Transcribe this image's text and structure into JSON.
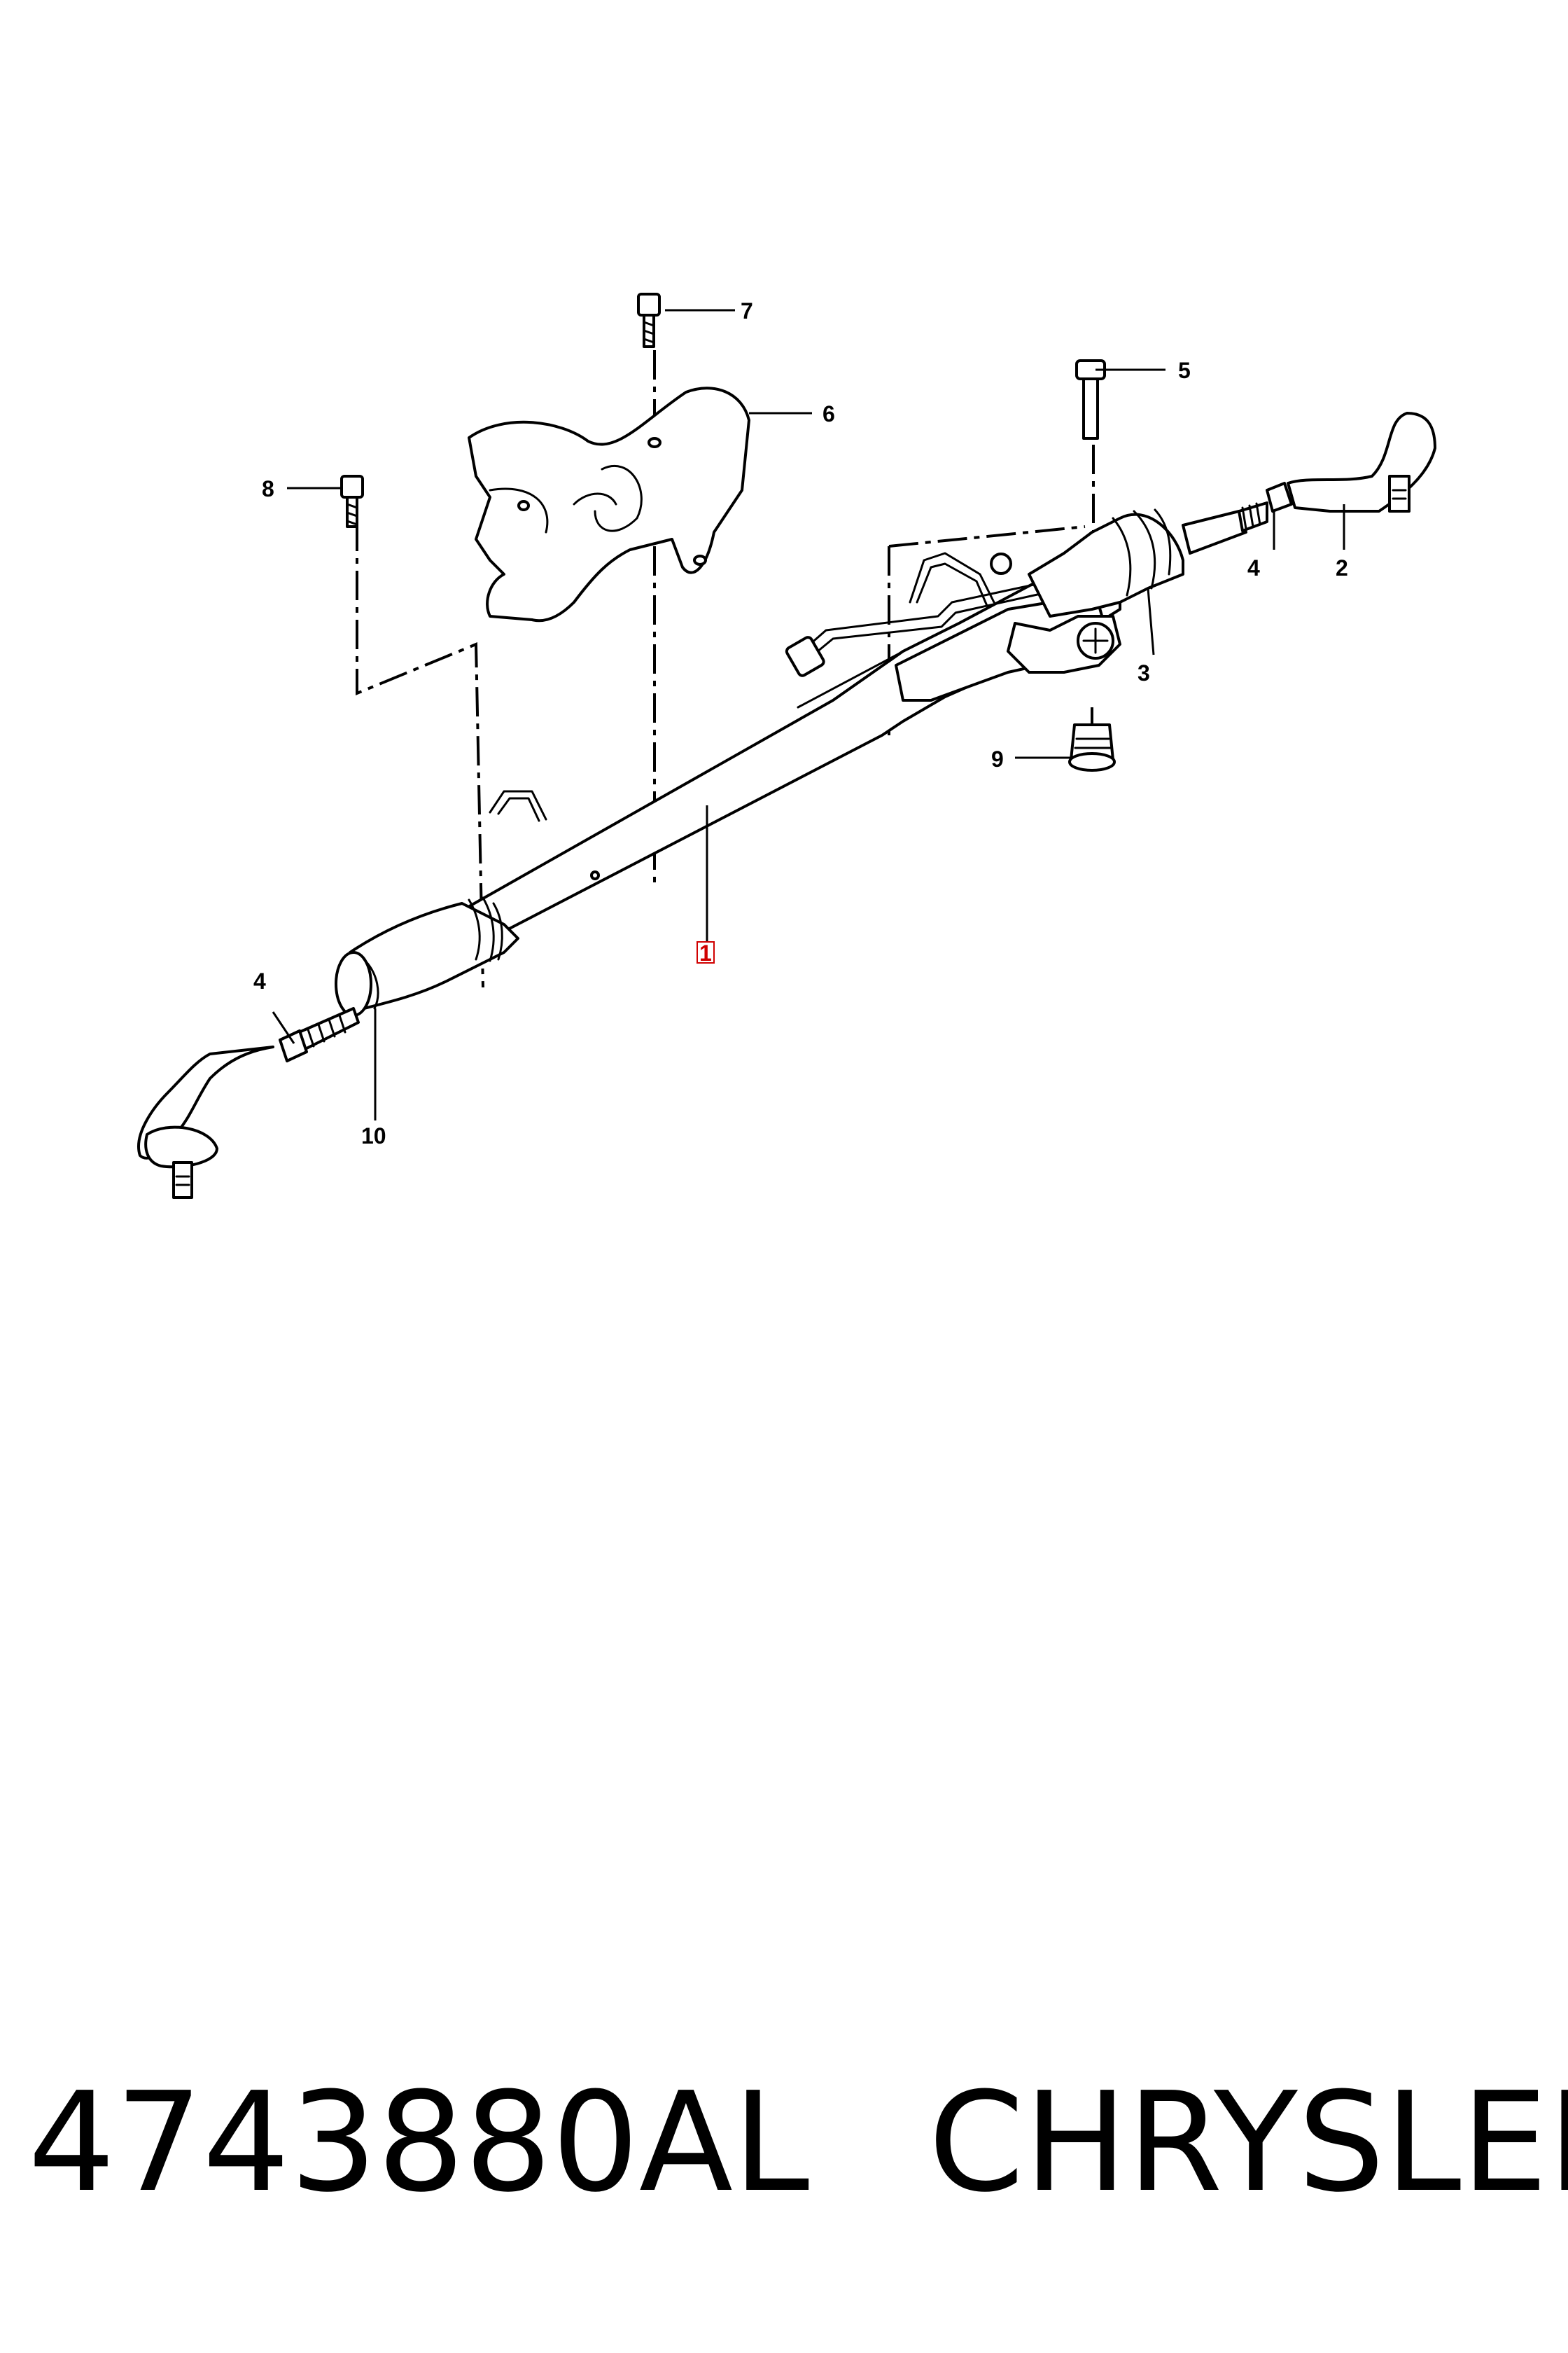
{
  "callouts": {
    "c1": "1",
    "c2": "2",
    "c3": "3",
    "c4a": "4",
    "c4b": "4",
    "c5": "5",
    "c6": "6",
    "c7": "7",
    "c8": "8",
    "c9": "9",
    "c10": "10"
  },
  "highlight_color": "#d00000",
  "footer": {
    "part_number": "4743880AL",
    "brand": "CHRYSLER"
  }
}
